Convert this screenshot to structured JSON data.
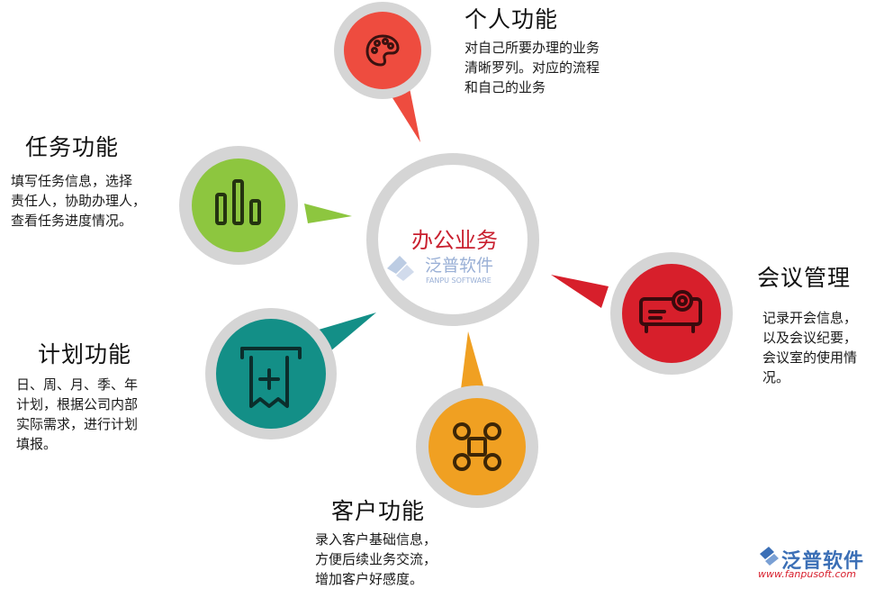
{
  "center": {
    "title": "办公业务",
    "watermark_name": "泛普软件",
    "watermark_sub": "FANPU SOFTWARE"
  },
  "nodes": [
    {
      "id": "personal",
      "title": "个人功能",
      "desc": [
        "对自己所要办理的业务",
        "清晰罗列。对应的流程",
        "和自己的业务"
      ],
      "color": "#ee4c3f",
      "icon": "palette-icon"
    },
    {
      "id": "task",
      "title": "任务功能",
      "desc": [
        "填写任务信息，选择",
        "责任人，协助办理人，",
        "查看任务进度情况。"
      ],
      "color": "#8dc63f",
      "icon": "bar-chart-icon"
    },
    {
      "id": "meeting",
      "title": "会议管理",
      "desc": [
        "记录开会信息，",
        "以及会议纪要，",
        "会议室的使用情",
        "况。"
      ],
      "color": "#d71f2b",
      "icon": "projector-icon"
    },
    {
      "id": "plan",
      "title": "计划功能",
      "desc": [
        "日、周、月、季、年",
        "计划，根据公司内部",
        "实际需求，进行计划",
        "填报。"
      ],
      "color": "#138f87",
      "icon": "receipt-icon"
    },
    {
      "id": "customer",
      "title": "客户功能",
      "desc": [
        "录入客户基础信息，",
        "方便后续业务交流，",
        "增加客户好感度。"
      ],
      "color": "#f0a022",
      "icon": "drone-icon"
    }
  ],
  "brand": {
    "name": "泛普软件",
    "url": "www.fanpusoft.com"
  }
}
